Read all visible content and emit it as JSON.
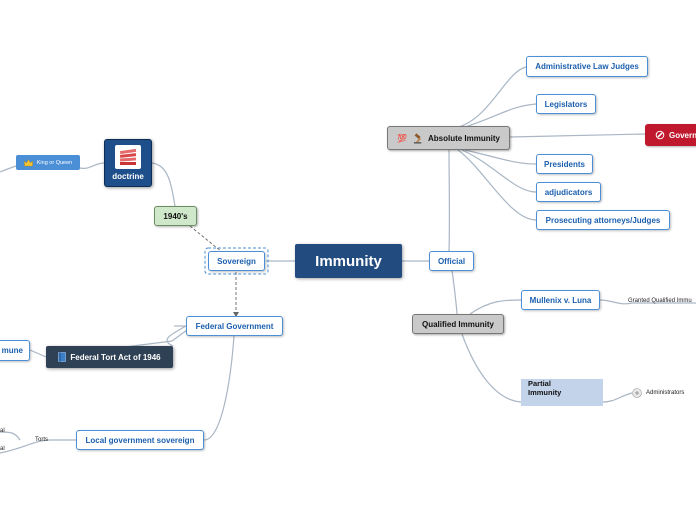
{
  "central": {
    "label": "Immunity"
  },
  "official": {
    "label": "Official"
  },
  "absolute": {
    "label": "Absolute Immunity",
    "icons": [
      "hundred-points-icon",
      "gavel-icon"
    ],
    "children": [
      "Administrative Law Judges",
      "Legislators",
      "Governm",
      "Presidents",
      "adjudicators",
      "Prosecuting attorneys/Judges"
    ]
  },
  "qualified": {
    "label": "Qualified Immunity",
    "mullenix": "Mullenix v. Luna",
    "granted": "Granted Qualified Immu",
    "partial_line1": "Partial",
    "partial_line2": "Immunity",
    "administrators": "Administrators"
  },
  "sovereign": {
    "label": "Sovereign"
  },
  "era": {
    "label": "1940's"
  },
  "doctrine": {
    "label": "doctrine"
  },
  "king": {
    "label": "King or Queen"
  },
  "federal": {
    "label": "Federal Government"
  },
  "tort_act": {
    "label": "Federal Tort Act of 1946"
  },
  "immune_cut": {
    "label": "mune"
  },
  "local": {
    "label": "Local government sovereign"
  },
  "torts": {
    "label": "Torts"
  },
  "cut_al_1": {
    "label": "al"
  },
  "cut_al_2": {
    "label": "al"
  },
  "colors": {
    "central": "#224b7f",
    "node_border": "#4b8fd6",
    "node_text": "#1b5fae",
    "red": "#c0192e",
    "partial": "#c3d3ea"
  }
}
